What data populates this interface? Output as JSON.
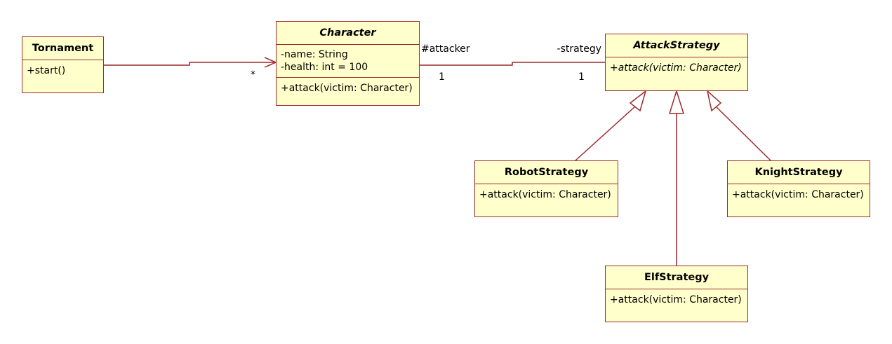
{
  "classes": {
    "tornament": {
      "name": "Tornament",
      "operations": [
        "+start()"
      ]
    },
    "character": {
      "name": "Character",
      "attributes": [
        "-name: String",
        "-health: int = 100"
      ],
      "operations": [
        "+attack(victim: Character)"
      ]
    },
    "attack_strategy": {
      "name": "AttackStrategy",
      "operations": [
        "+attack(victim: Character)"
      ]
    },
    "robot_strategy": {
      "name": "RobotStrategy",
      "operations": [
        "+attack(victim: Character)"
      ]
    },
    "knight_strategy": {
      "name": "KnightStrategy",
      "operations": [
        "+attack(victim: Character)"
      ]
    },
    "elf_strategy": {
      "name": "ElfStrategy",
      "operations": [
        "+attack(victim: Character)"
      ]
    }
  },
  "associations": {
    "tornament_character": {
      "target_multiplicity": "*"
    },
    "character_strategy": {
      "source_role": "#attacker",
      "source_multiplicity": "1",
      "target_role": "-strategy",
      "target_multiplicity": "1"
    }
  },
  "colors": {
    "class_fill": "#ffffcc",
    "line": "#9c2a2a"
  }
}
